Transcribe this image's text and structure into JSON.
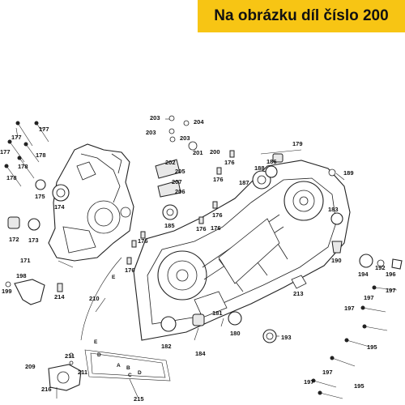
{
  "banner": {
    "text": "Na obrázku díl číslo 200"
  },
  "colors": {
    "banner_bg": "#f7c514",
    "ink": "#111111"
  },
  "callouts": {
    "n177a": "177",
    "n177b": "177",
    "n177c": "177",
    "n178a": "178",
    "n178b": "178",
    "n178c": "178",
    "n175": "175",
    "n174": "174",
    "n172": "172",
    "n173": "173",
    "n171": "171",
    "n198": "198",
    "n199": "199",
    "n214": "214",
    "n210": "210",
    "n211a": "211",
    "n211b": "211",
    "n209": "209",
    "n216": "216",
    "n215": "215",
    "n203a": "203",
    "n204": "204",
    "n203b": "203",
    "n203c": "203",
    "n201": "201",
    "n200": "200",
    "n202": "202",
    "n205": "205",
    "n207": "207",
    "n206": "206",
    "n185": "185",
    "n176a": "176",
    "n176b": "176",
    "n176c": "176",
    "n176d": "176",
    "n176e": "176",
    "n176f": "176",
    "n176g": "176",
    "n179": "179",
    "n186": "186",
    "n188": "188",
    "n187": "187",
    "n189": "189",
    "n183": "183",
    "n190": "190",
    "n194": "194",
    "n192": "192",
    "n196": "196",
    "n213": "213",
    "n181": "181",
    "n180": "180",
    "n182": "182",
    "n184": "184",
    "n193": "193",
    "n197a": "197",
    "n197b": "197",
    "n197c": "197",
    "n197d": "197",
    "n197e": "197",
    "n195a": "195",
    "n195b": "195"
  },
  "letters": {
    "E1": "E",
    "E2": "E",
    "A": "A",
    "B": "B",
    "C": "C",
    "D1": "D",
    "D2": "D"
  }
}
